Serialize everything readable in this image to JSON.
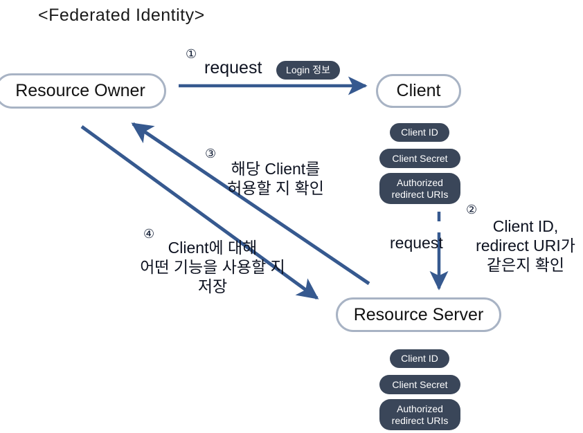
{
  "diagram": {
    "title": "<Federated Identity>",
    "type": "oauth-federated-identity-flow"
  },
  "entities": {
    "resource_owner": "Resource Owner",
    "client": "Client",
    "resource_server": "Resource Server"
  },
  "badges": {
    "login_info": "Login 정보",
    "client_id": "Client ID",
    "client_secret": "Client Secret",
    "authorized_redirect_uris": "Authorized\nredirect URIs"
  },
  "flows": {
    "step1": {
      "number": "①",
      "label": "request",
      "from": "resource_owner",
      "to": "client"
    },
    "step2": {
      "number": "②",
      "label": "Client ID,\nredirect URI가\n같은지 확인",
      "arrow_label": "request",
      "from": "client",
      "to": "resource_server"
    },
    "step3": {
      "number": "③",
      "label": "해당 Client를\n허용할 지 확인",
      "from": "resource_server",
      "to": "resource_owner"
    },
    "step4": {
      "number": "④",
      "label": "Client에 대해\n어떤 기능을 사용할 지\n저장",
      "from": "resource_owner",
      "to": "resource_server"
    }
  },
  "colors": {
    "arrow": "#36598f",
    "badge_bg": "#3a4659",
    "entity_border": "#a8b3c4",
    "background": "#ffffff",
    "text": "#0d1220"
  }
}
